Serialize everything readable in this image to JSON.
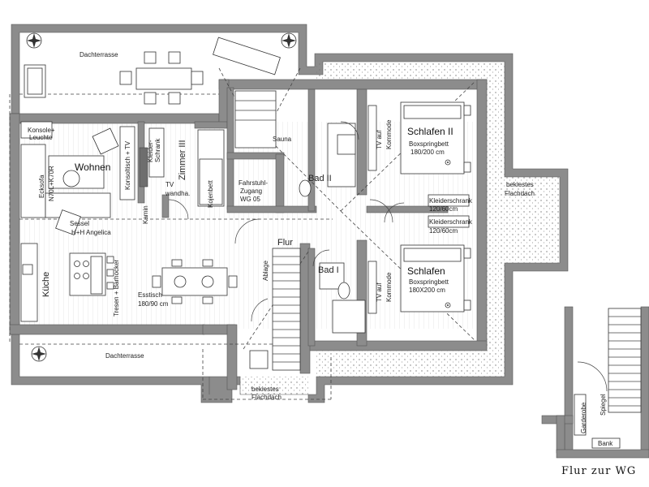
{
  "plan": {
    "labels": {
      "dachterrasse_top": "Dachterrasse",
      "dachterrasse_bottom": "Dachterrasse",
      "konsole": "Konsole+",
      "leuchte": "Leuchte",
      "wohnen": "Wohnen",
      "ecksofa_1": "Ecksofa",
      "ecksofa_2": "N70L+K70R",
      "konsoltisch": "Konsoltisch + TV",
      "kleiderschrank_z3_1": "Kleider-",
      "kleiderschrank_z3_2": "Schrank",
      "zimmer3": "Zimmer III",
      "tv_wandh_1": "TV",
      "tv_wandh_2": "wandha.",
      "kojenbett": "Kojenbett",
      "fahrstuhl_1": "Fahrstuhl-",
      "fahrstuhl_2": "Zugang",
      "fahrstuhl_3": "WG 05",
      "sauna": "Sauna",
      "bad2": "Bad II",
      "tv_kommode_1": "TV auf",
      "tv_kommode_2": "Kommode",
      "schlafen2": "Schlafen II",
      "boxspring_1": "Boxspringbett",
      "boxspring_1_size": "180/200 cm",
      "bekiestes_1": "bekiestes",
      "flachdach_1": "Flachdach",
      "kleiderschrank_a": "Kleiderschrank",
      "kleiderschrank_a_size": "120/60cm",
      "kleiderschrank_b": "Kleiderschrank",
      "kleiderschrank_b_size": "120/60cm",
      "sessel_1": "Sessel",
      "sessel_2": "H+H Angelica",
      "kamin": "Kamin",
      "flur": "Flur",
      "ablage": "Ablage",
      "kueche": "Küche",
      "tresen": "Tresen + Barhocker",
      "esstisch_1": "Esstisch",
      "esstisch_2": "180/90 cm",
      "bad1": "Bad I",
      "tv_kommode_b_1": "TV auf",
      "tv_kommode_b_2": "Kommode",
      "schlafen": "Schlafen",
      "boxspring_2": "Boxspringbett",
      "boxspring_2_size": "180X200 cm",
      "bekiestes_2": "bekiestes",
      "flachdach_2": "Flachdach",
      "garderobe": "Garderobe",
      "spiegel": "Spiegel",
      "bank": "Bank",
      "flur_zur_wg": "Flur zur WG"
    },
    "colors": {
      "wall": "#8c8c8c",
      "wall_dark": "#6e6e6e",
      "line": "#444444",
      "hatch": "#cfcfcf"
    }
  }
}
